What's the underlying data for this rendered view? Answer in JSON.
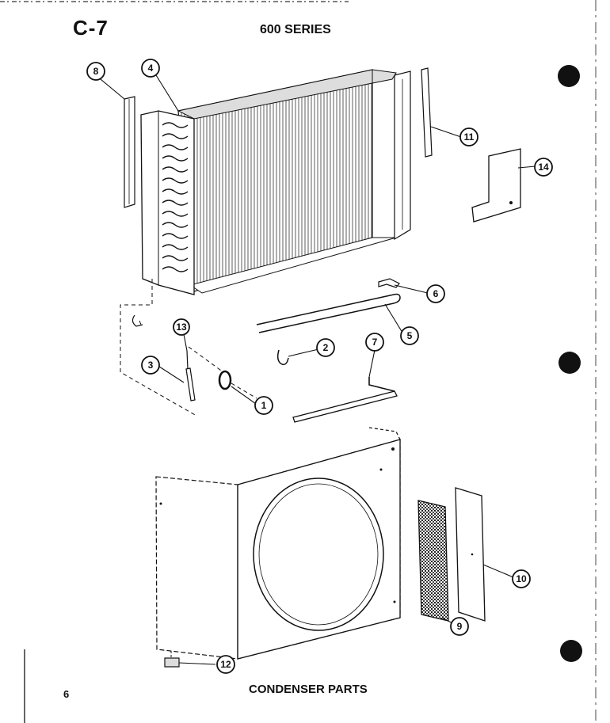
{
  "header": {
    "code": "C-7",
    "series": "600 SERIES"
  },
  "footer": {
    "page_number": "6",
    "caption": "CONDENSER PARTS"
  },
  "callouts": [
    "8",
    "4",
    "11",
    "14",
    "6",
    "5",
    "13",
    "2",
    "7",
    "3",
    "1",
    "10",
    "9",
    "12"
  ],
  "colors": {
    "ink": "#111111",
    "paper": "#ffffff"
  },
  "icons": [
    "punch-hole-icon"
  ]
}
